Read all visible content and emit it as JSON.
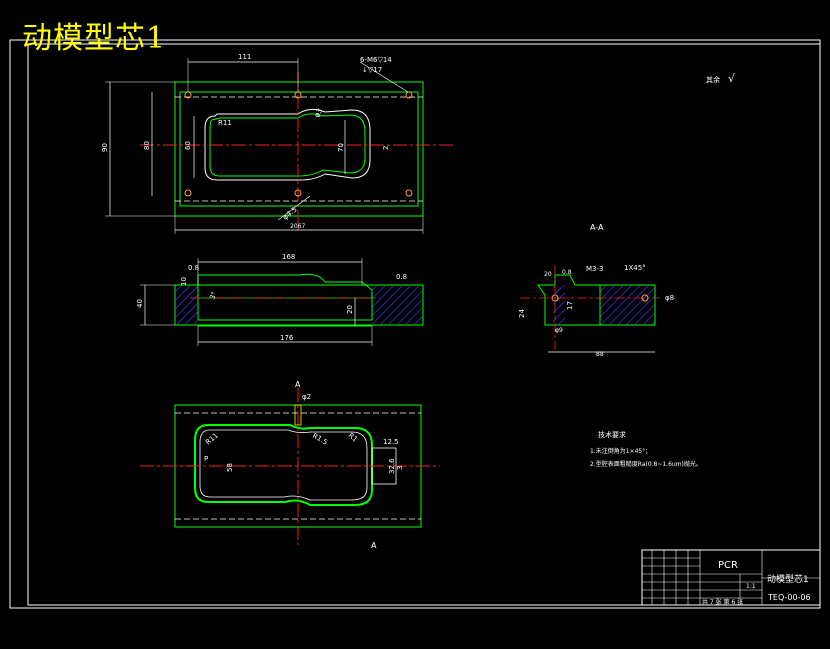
{
  "title": "动模型芯1",
  "colors": {
    "background": "#000000",
    "frame": "#ffffff",
    "outline": "#00ff00",
    "dimension": "#ffffff",
    "centerline": "#ff2020",
    "hatch": "#3a3aff",
    "accent": "#ffff00",
    "hole": "#ffa040"
  },
  "top_view": {
    "dim_top": "111",
    "dim_left": "90",
    "dim_left_inner": "80",
    "dim_inner_h": "60",
    "dim_bottom": "2067",
    "radius_label": "R11",
    "thread_callout": "6-M6▽14",
    "depth_callout": "↓▽17",
    "dim_right": "70",
    "dim_slot": "2",
    "phi_label": "φ3",
    "bottom_callout": "φ4.5"
  },
  "section_view": {
    "dim_top": "168",
    "dim_left": "40",
    "dim_right": "20",
    "dim_bottom": "176",
    "roughness_left": "0.8",
    "roughness_right": "0.8",
    "angle_label": "3°",
    "dim_small": "10"
  },
  "detail_view": {
    "title": "A-A",
    "dim_a": "20",
    "dim_b": "0.8",
    "dim_thread": "M3-3",
    "chamfer": "1X45°",
    "dim_left": "24",
    "dim_mid": "17",
    "dim_bottom": "88",
    "phi_right": "φ8",
    "phi_bottom": "φ9"
  },
  "bottom_view": {
    "label_a_top": "A",
    "label_a_bottom": "A",
    "dim_left_text": "58",
    "dim_p": "P",
    "radius_1": "R11",
    "radius_2": "R1.5",
    "radius_3": "R1",
    "dim_right_1": "12.5",
    "dim_right_2": "32.6",
    "dim_right_3": "3",
    "top_callout": "φ2"
  },
  "notes": {
    "heading": "技术要求",
    "items": [
      "1.未注倒角为1×45°；",
      "2.型腔表面粗糙度Ra(0.8~1.6um)抛光。"
    ]
  },
  "roughness_corner": {
    "label": "其余",
    "symbol": "√"
  },
  "title_block": {
    "company": "PCR",
    "part_name": "动模型芯1",
    "drawing_number": "TEQ-00-06",
    "scale": "1:1",
    "sheet_info": "共 7 张  第 6 张"
  }
}
